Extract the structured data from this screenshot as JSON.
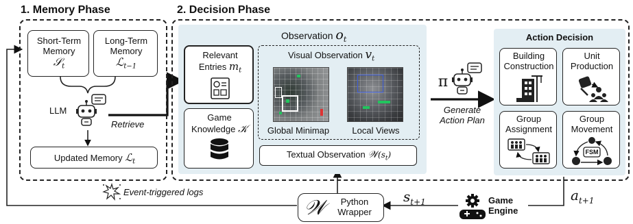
{
  "phase1": {
    "title": "1. Memory Phase"
  },
  "phase2": {
    "title": "2. Decision Phase"
  },
  "memory": {
    "short_term": {
      "line1": "Short-Term",
      "line2": "Memory",
      "symbol": "𝒮",
      "sub": "t"
    },
    "long_term": {
      "line1": "Long-Term",
      "line2": "Memory",
      "symbol": "ℒ",
      "sub": "t−1"
    },
    "llm_label": "LLM",
    "retrieve_label": "Retrieve",
    "updated_memory": {
      "label": "Updated Memory",
      "symbol": "ℒ",
      "sub": "t"
    }
  },
  "observation": {
    "title": "Observation",
    "symbol": "o",
    "sub": "t",
    "relevant_entries": {
      "line1": "Relevant",
      "line2": "Entries",
      "symbol": "m",
      "sub": "t"
    },
    "game_knowledge": {
      "line1": "Game",
      "line2": "Knowledge",
      "symbol": "𝒦"
    },
    "visual": {
      "label": "Visual Observation",
      "symbol": "v",
      "sub": "t"
    },
    "global_minimap": "Global Minimap",
    "local_views": "Local Views",
    "textual": {
      "label": "Textual Observation",
      "symbol": "𝒲",
      "arg": "(s",
      "arg_sub": "t",
      "close": ")"
    }
  },
  "policy": {
    "symbol": "π",
    "line1": "Generate",
    "line2": "Action Plan"
  },
  "action_decision": {
    "title": "Action Decision",
    "building": {
      "line1": "Building",
      "line2": "Construction"
    },
    "unit": {
      "line1": "Unit",
      "line2": "Production"
    },
    "group_assignment": {
      "line1": "Group",
      "line2": "Assignment"
    },
    "group_movement": {
      "line1": "Group",
      "line2": "Movement",
      "fsm": "FSM"
    }
  },
  "bottom": {
    "event_logs": "Event-triggered logs",
    "wrapper_symbol": "𝒲",
    "wrapper_line1": "Python",
    "wrapper_line2": "Wrapper",
    "state_symbol": "s",
    "state_sub": "t+1",
    "action_symbol": "a",
    "action_sub": "t+1",
    "engine_line1": "Game",
    "engine_line2": "Engine"
  },
  "colors": {
    "panel_bg": "#e3eef3",
    "minimap_highlight": "#22c55e",
    "local_view_highlight": "#3b5bdb"
  }
}
